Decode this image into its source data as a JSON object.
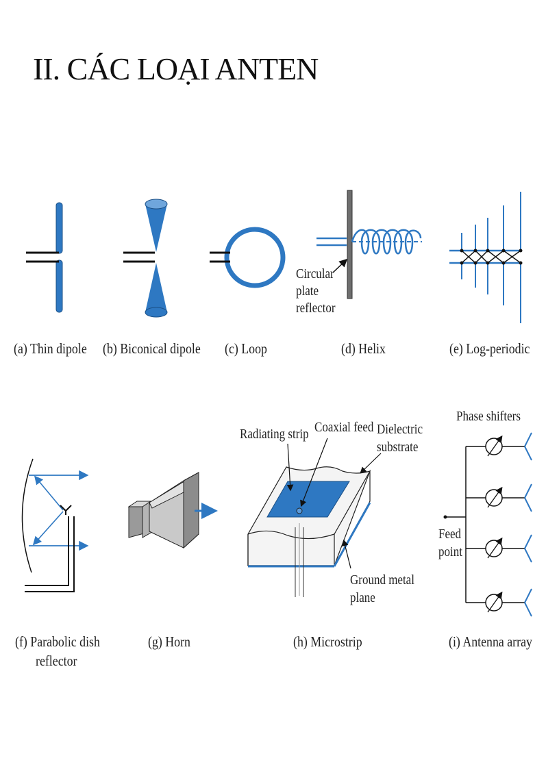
{
  "title": "II. CÁC LOẠI ANTEN",
  "colors": {
    "blue": "#2e78c2",
    "dark": "#111111",
    "gray": "#8a8a8a"
  },
  "panels": [
    {
      "id": "a",
      "caption": "(a)  Thin dipole"
    },
    {
      "id": "b",
      "caption": "(b)  Biconical dipole"
    },
    {
      "id": "c",
      "caption": "(c)  Loop"
    },
    {
      "id": "d",
      "caption": "(d)  Helix",
      "labels": {
        "reflector": [
          "Circular",
          "plate",
          "reflector"
        ]
      }
    },
    {
      "id": "e",
      "caption": "(e)  Log-periodic"
    },
    {
      "id": "f",
      "caption": [
        "(f)  Parabolic dish",
        "reflector"
      ]
    },
    {
      "id": "g",
      "caption": "(g)  Horn"
    },
    {
      "id": "h",
      "caption": "(h)  Microstrip",
      "labels": {
        "radiating_strip": "Radiating strip",
        "coaxial_feed": "Coaxial feed",
        "dielectric": [
          "Dielectric",
          "substrate"
        ],
        "ground": [
          "Ground metal",
          "plane"
        ]
      }
    },
    {
      "id": "i",
      "caption": "(i)  Antenna array",
      "labels": {
        "phase_shifters": "Phase shifters",
        "feed": [
          "Feed",
          "point"
        ]
      }
    }
  ]
}
